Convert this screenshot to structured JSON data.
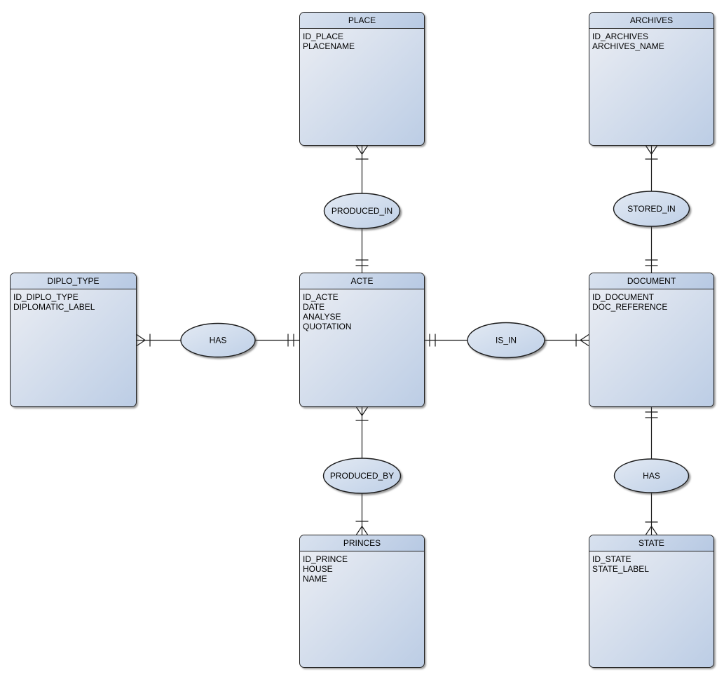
{
  "diagram_type": "entity-relationship",
  "colors": {
    "canvas_background": "#ffffff",
    "entity_border": "#1f1f1f",
    "entity_fill_light": "#edeff4",
    "entity_fill_dark": "#bccde5",
    "header_fill_light": "#d9e2ef",
    "header_fill_dark": "#b7c9e3",
    "ellipse_fill_light": "#e2e9f3",
    "ellipse_fill_dark": "#bfd0e7",
    "connector": "#1a1a1a",
    "text": "#000000"
  },
  "entities": [
    {
      "name": "PLACE",
      "attributes": [
        "ID_PLACE",
        "PLACENAME"
      ]
    },
    {
      "name": "ARCHIVES",
      "attributes": [
        "ID_ARCHIVES",
        "ARCHIVES_NAME"
      ]
    },
    {
      "name": "DIPLO_TYPE",
      "attributes": [
        "ID_DIPLO_TYPE",
        "DIPLOMATIC_LABEL"
      ]
    },
    {
      "name": "ACTE",
      "attributes": [
        "ID_ACTE",
        "DATE",
        "ANALYSE",
        "QUOTATION"
      ]
    },
    {
      "name": "DOCUMENT",
      "attributes": [
        "ID_DOCUMENT",
        "DOC_REFERENCE"
      ]
    },
    {
      "name": "PRINCES",
      "attributes": [
        "ID_PRINCE",
        "HOUSE",
        "NAME"
      ]
    },
    {
      "name": "STATE",
      "attributes": [
        "ID_STATE",
        "STATE_LABEL"
      ]
    }
  ],
  "relationships": [
    {
      "label": "PRODUCED_IN",
      "ends": [
        {
          "entity": "PLACE",
          "marker": "one_or_many_crowfoot_bar"
        },
        {
          "entity": "ACTE",
          "marker": "exactly_one_double_bar"
        }
      ]
    },
    {
      "label": "STORED_IN",
      "ends": [
        {
          "entity": "ARCHIVES",
          "marker": "one_or_many_crowfoot_bar"
        },
        {
          "entity": "DOCUMENT",
          "marker": "exactly_one_double_bar"
        }
      ]
    },
    {
      "label": "HAS",
      "ends": [
        {
          "entity": "DIPLO_TYPE",
          "marker": "one_or_many_crowfoot_bar"
        },
        {
          "entity": "ACTE",
          "marker": "exactly_one_double_bar"
        }
      ]
    },
    {
      "label": "IS_IN",
      "ends": [
        {
          "entity": "ACTE",
          "marker": "exactly_one_double_bar"
        },
        {
          "entity": "DOCUMENT",
          "marker": "one_or_many_crowfoot_bar"
        }
      ]
    },
    {
      "label": "PRODUCED_BY",
      "ends": [
        {
          "entity": "ACTE",
          "marker": "one_or_many_crowfoot_bar"
        },
        {
          "entity": "PRINCES",
          "marker": "one_or_many_crowfoot_bar"
        }
      ]
    },
    {
      "label": "HAS",
      "ends": [
        {
          "entity": "DOCUMENT",
          "marker": "exactly_one_double_bar"
        },
        {
          "entity": "STATE",
          "marker": "one_or_many_crowfoot_bar"
        }
      ]
    }
  ]
}
